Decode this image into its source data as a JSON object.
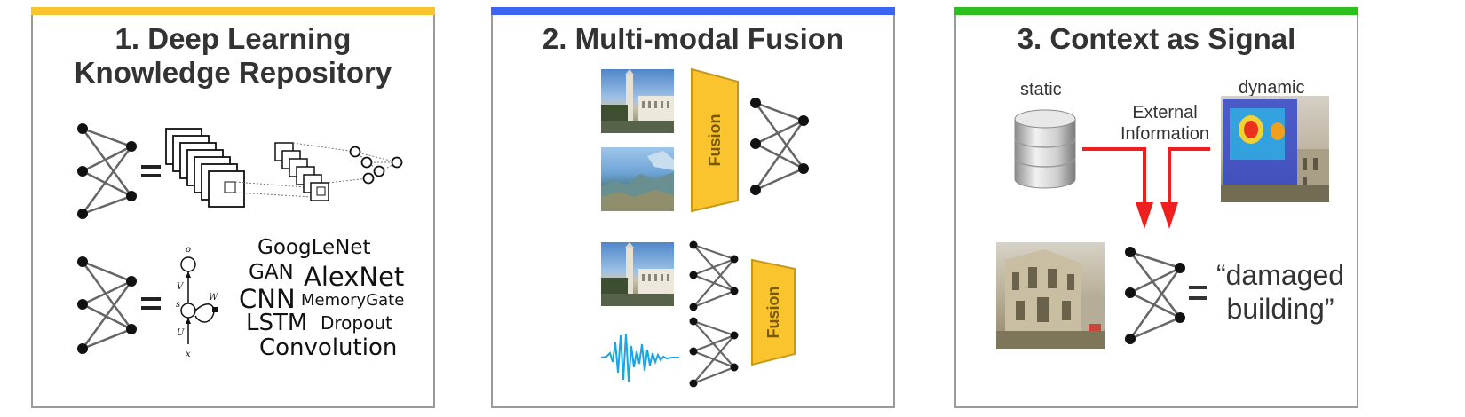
{
  "panels": [
    {
      "title_line1": "1. Deep Learning",
      "title_line2": "Knowledge Repository",
      "accent": "#F9C42D",
      "rnn_labels": {
        "o": "o",
        "v": "V",
        "s": "s",
        "w": "W",
        "u": "U",
        "x": "x"
      },
      "wordcloud": [
        "GoogLeNet",
        "GAN",
        "AlexNet",
        "CNN",
        "MemoryGate",
        "LSTM",
        "Dropout",
        "Convolution"
      ]
    },
    {
      "title": "2. Multi-modal Fusion",
      "accent": "#3C66F2",
      "fusion_label_1": "Fusion",
      "fusion_label_2": "Fusion"
    },
    {
      "title": "3. Context as Signal",
      "accent": "#2DBF1E",
      "static_label": "static",
      "dynamic_label": "dynamic",
      "external_line1": "External",
      "external_line2": "Information",
      "output_line1": "“damaged",
      "output_line2": "building”"
    }
  ],
  "colors": {
    "arrow": "#F01F1F",
    "fusion_fill": "#F9C42D",
    "fusion_stroke": "#C9981A",
    "wave": "#1AA5E6",
    "node": "#111111",
    "edge": "#666666"
  },
  "icons": [
    "neural-network-icon",
    "cnn-layers-icon",
    "rnn-cell-icon",
    "database-icon",
    "waveform-icon"
  ]
}
